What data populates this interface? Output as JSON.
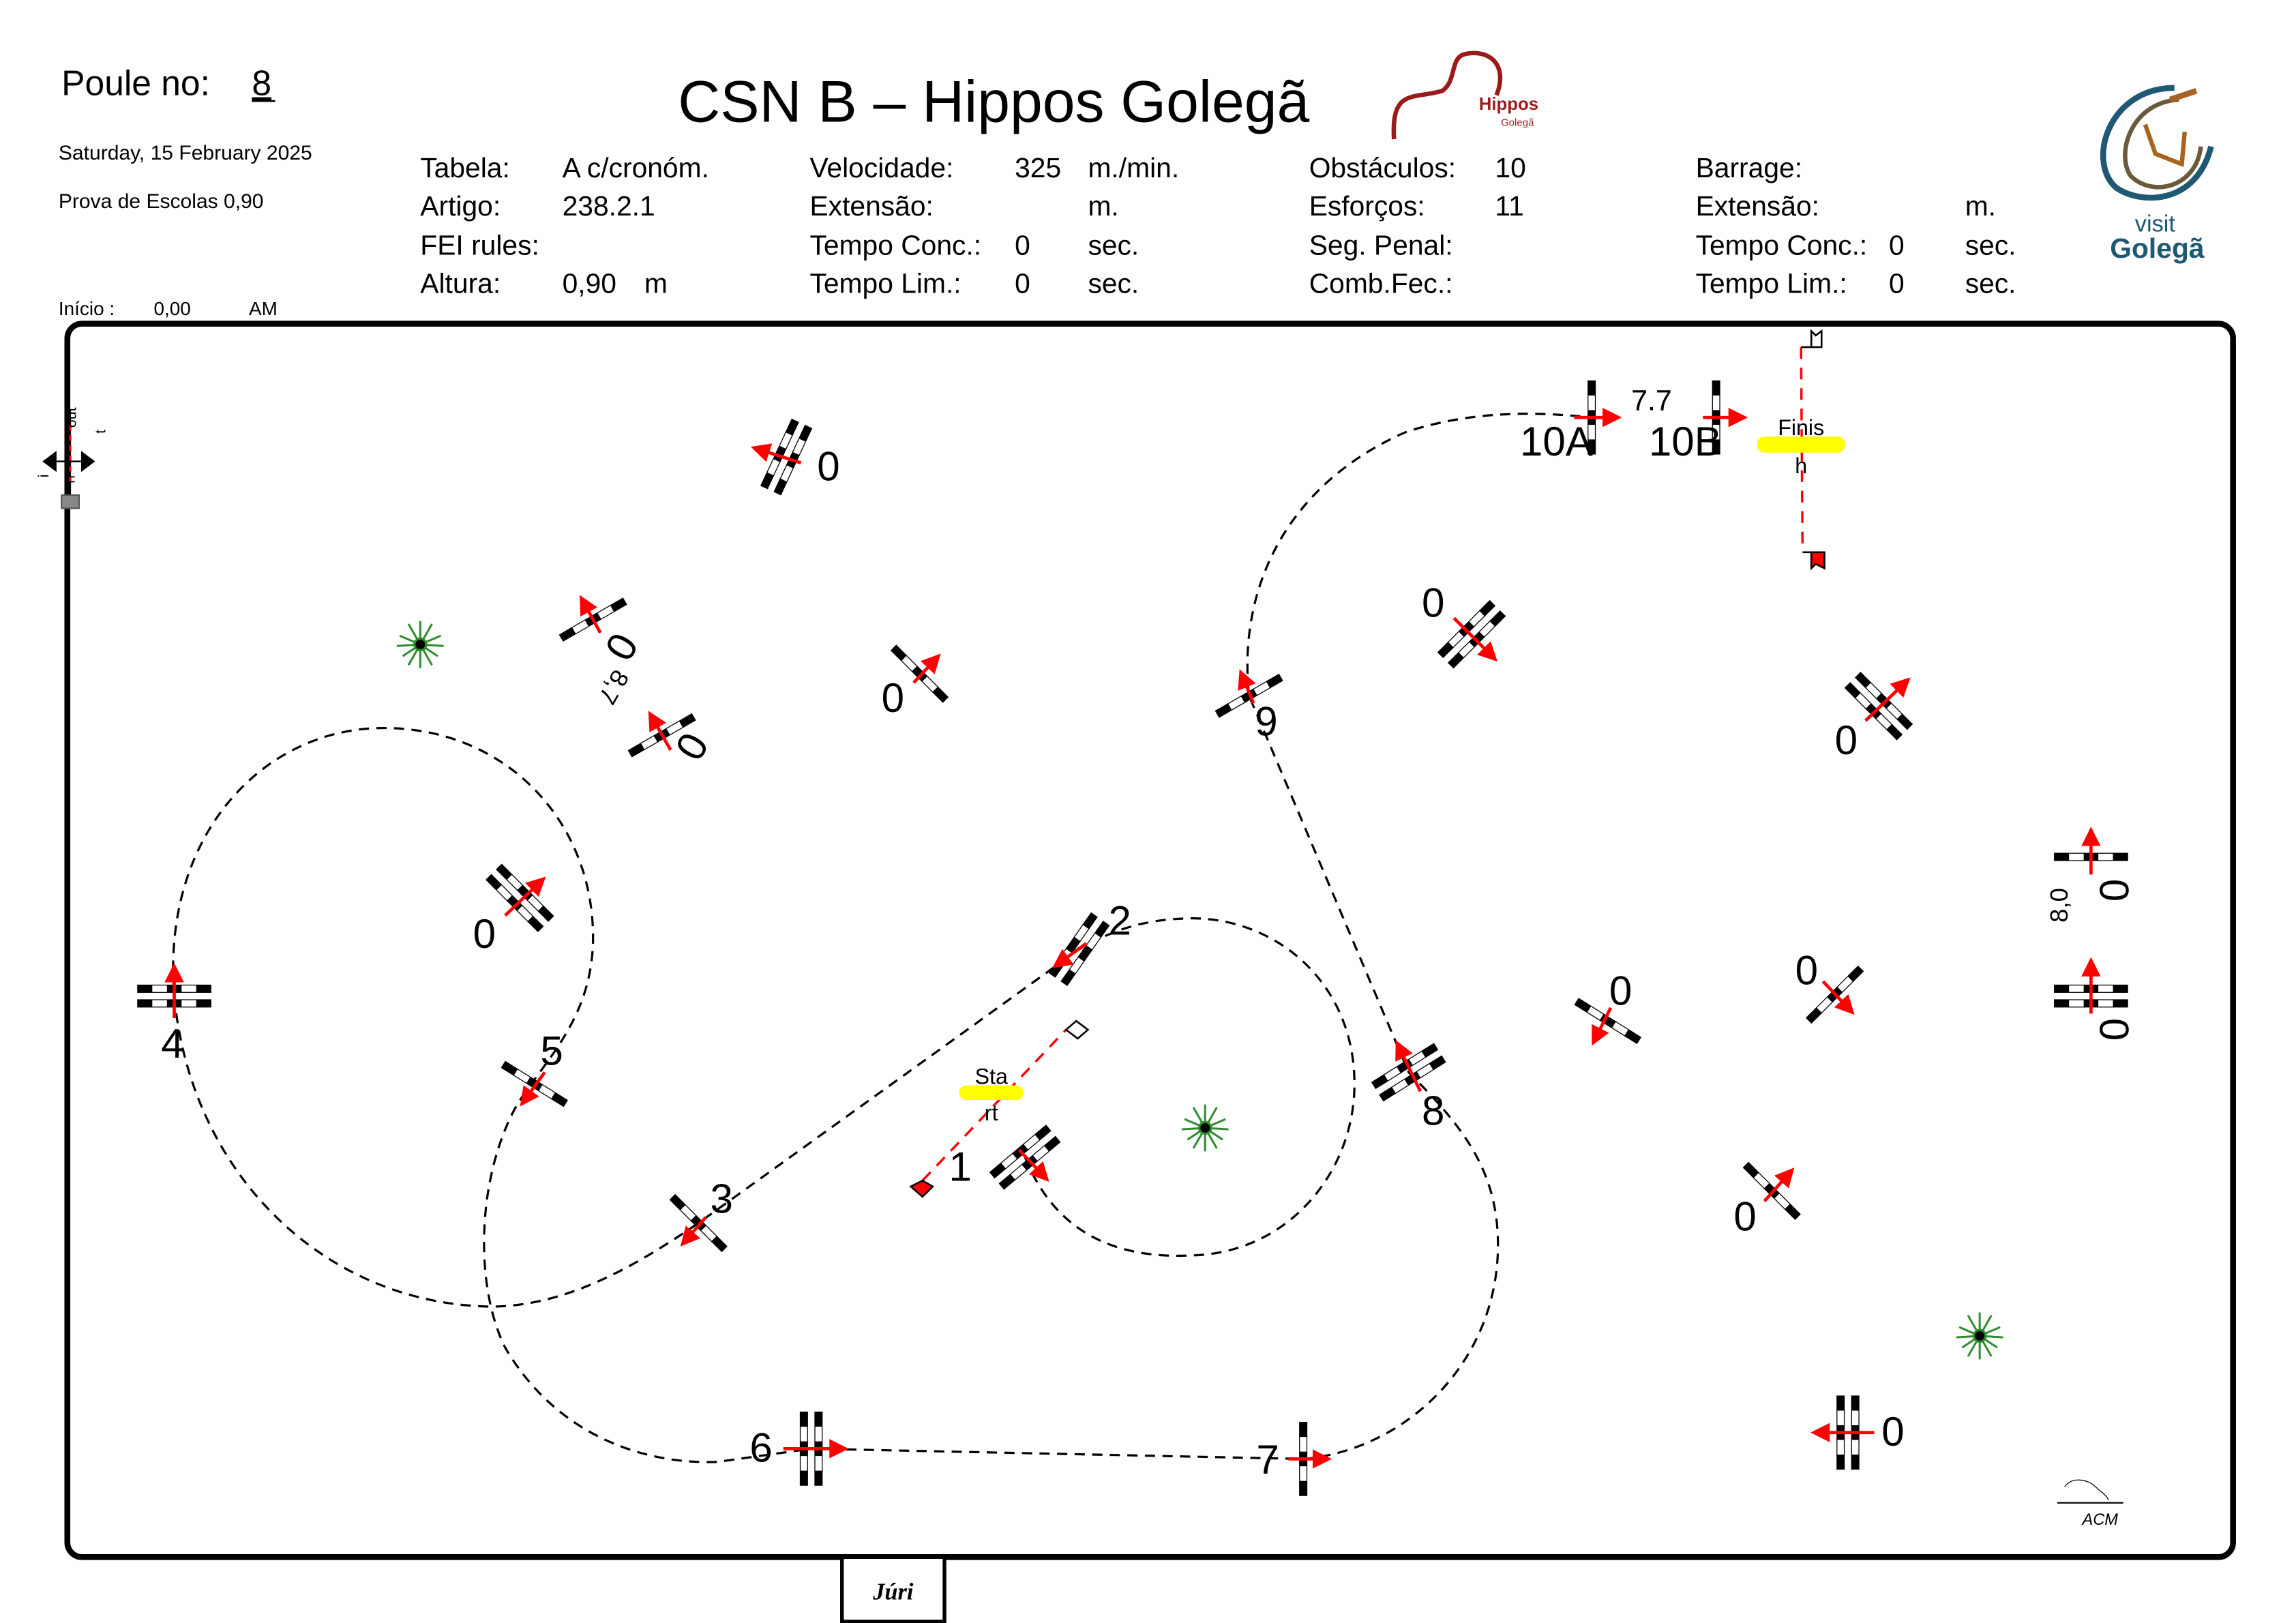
{
  "header": {
    "poule_label": "Poule no:",
    "poule_value": "8",
    "date": "Saturday, 15 February 2025",
    "class_name": "Prova de Escolas 0,90",
    "inicio_label": "Início :",
    "inicio_value": "0,00",
    "inicio_ampm": "AM",
    "title": "CSN B – Hippos Golegã"
  },
  "info": {
    "col1": [
      {
        "label": "Tabela:",
        "value": "A c/cronóm.",
        "unit": ""
      },
      {
        "label": "Artigo:",
        "value": "238.2.1",
        "unit": ""
      },
      {
        "label": "FEI rules:",
        "value": "",
        "unit": ""
      },
      {
        "label": "Altura:",
        "value": "0,90",
        "unit": "m"
      }
    ],
    "col2": [
      {
        "label": "Velocidade:",
        "value": "325",
        "unit": "m./min."
      },
      {
        "label": "Extensão:",
        "value": "",
        "unit": "m."
      },
      {
        "label": "Tempo Conc.:",
        "value": "0",
        "unit": "sec."
      },
      {
        "label": "Tempo Lim.:",
        "value": "0",
        "unit": "sec."
      }
    ],
    "col3": [
      {
        "label": "Obstáculos:",
        "value": "10"
      },
      {
        "label": "Esforços:",
        "value": "11"
      },
      {
        "label": "Seg. Penal:",
        "value": ""
      },
      {
        "label": "Comb.Fec.:",
        "value": ""
      }
    ],
    "col4": [
      {
        "label": "Barrage:",
        "value": "",
        "unit": ""
      },
      {
        "label": "Extensão:",
        "value": "",
        "unit": "m."
      },
      {
        "label": "Tempo Conc.:",
        "value": "0",
        "unit": "sec."
      },
      {
        "label": "Tempo Lim.:",
        "value": "0",
        "unit": "sec."
      }
    ]
  },
  "logos": {
    "hippos": "Hippos",
    "hippos_sub": "Golegã",
    "visit": "visit",
    "visit_sub": "Golegã"
  },
  "course": {
    "obstacles": [
      "1",
      "2",
      "3",
      "4",
      "5",
      "6",
      "7",
      "8",
      "9",
      "10A",
      "10B"
    ],
    "distance_10": "7.7",
    "distance_side_left": "8,7",
    "distance_side_right": "8,0",
    "spare_label": "0",
    "start_a": "Sta",
    "start_b": "rt",
    "finish_a": "Finis",
    "finish_b": "h",
    "compass_letters": [
      "i",
      "n",
      "out",
      "t"
    ],
    "signature": "ACM",
    "jury": "Júri"
  },
  "colors": {
    "arrow": "#ff0000",
    "highlight": "#ffff00",
    "tree": "#2e8b2e",
    "hippos": "#9b1b1b",
    "visit": "#1f5873"
  }
}
